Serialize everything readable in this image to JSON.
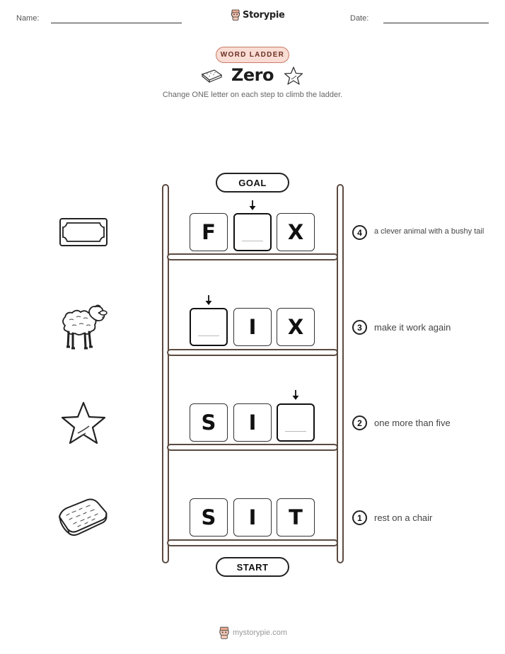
{
  "header": {
    "name_label": "Name:",
    "date_label": "Date:",
    "brand": "Storypie"
  },
  "tag": "WORD LADDER",
  "title": "Zero",
  "subtitle": "Change ONE letter on each step to climb the ladder.",
  "goal_label": "GOAL",
  "start_label": "START",
  "steps": [
    {
      "number": "4",
      "clue": "a clever animal with a bushy tail",
      "letters": [
        "F",
        "",
        "X"
      ],
      "blank_index": 1,
      "picture": "money-bill-icon"
    },
    {
      "number": "3",
      "clue": "make it work again",
      "letters": [
        "",
        "I",
        "X"
      ],
      "blank_index": 0,
      "picture": "sheep-icon"
    },
    {
      "number": "2",
      "clue": "one more than five",
      "letters": [
        "S",
        "I",
        ""
      ],
      "blank_index": 2,
      "picture": "star-icon"
    },
    {
      "number": "1",
      "clue": "rest on a chair",
      "letters": [
        "S",
        "I",
        "T"
      ],
      "blank_index": -1,
      "picture": "sponge-icon"
    }
  ],
  "footer": "mystorypie.com"
}
